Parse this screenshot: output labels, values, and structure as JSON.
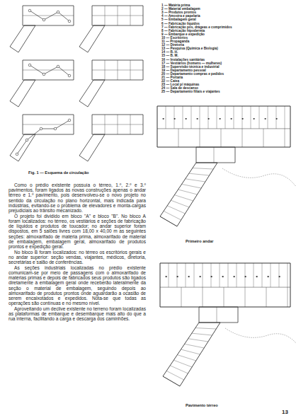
{
  "diagram": {
    "caption": "Fig. 1 — Esquema de circulação",
    "labels": [
      "1 — Matéria prima",
      "2 — Material embalagem",
      "3 — Produtos prontos",
      "4 — Amostra e papelaria",
      "5 — Embalagem geral",
      "6 — Fabricação líquidos",
      "7 — Fabricação pós, drágeas e comprimidos",
      "8 — Fabricação hipodermia",
      "9 — Embarque e expedição",
      "10 — Escritórios",
      "11 — Propaganda",
      "12 — Diretoria",
      "13 — Pesquisa (Química e Biologia)",
      "14 — B. H.",
      "15 — B. M.",
      "16 — Instalações sanitárias",
      "17 — Vestiários (homens — mulheres)",
      "18 — Supervisão técnica e industrial",
      "19 — Departamento pessoal",
      "20 — Departamento compras e pedidos",
      "21 — Portaria",
      "22 — Caixa",
      "23 — Local p/ máquinas",
      "24 — Sala de descanso",
      "25 — Departamento filiais e viajantes",
      "Primeiro andar",
      "Pavimento térreo",
      "Como o prédio existente possuía o térreo, 1.º, 2.º e 3.º pavimentos, foram ligados às novas construções apenas o andar térreo e 1.º pavimento, pois desenvolveu-se o novo projeto no sentido da circulação no plano horizontal, mais indicada para indústrias, evitando-se o problema de elevadores e monta-cargas prejudiciais ao trânsito mecanizado.",
      "O projeto foi dividido em bloco \"A\" e bloco \"B\". No bloco A foram localizados: no térreo, os vestiários e seções de fabricação de líquidos e produtos de toucador; no andar superior foram dispostos, em 5 salões livres com 18,00 x 40,00 m as seguintes seções: almoxarifado de matéria prima, almoxarifado de material de embalagem, embalagem geral, almoxarifado de produtos prontos e expedição geral.",
      "No bloco B foram localizados: no térreo os escritórios gerais e no andar superior: seção vendas, viajantes, médicos, diretoria, secretárias e salão de conferências.",
      "As seções industriais localizadas no prédio existente comunicam-se por meio de passagens com o almoxarifado de matérias primas e depois de fabricados seus produtos são ligados diretamente à embalagem geral onde receberão lateralmente da seção o material de embalagem, seguindo depois ao almoxarifado de produtos prontos onde aguardarão a ocasião de serem encaixotados e expedidos. Nota-se que todas as operações são contínuas e no mesmo nível.",
      "Aproveitando um declive existente no terreno foram localizadas as plataformas de embarque e desembarque mais alto do que a rua interna, facilitando a carga e descarga dos caminhões.",
      "13"
    ]
  }
}
